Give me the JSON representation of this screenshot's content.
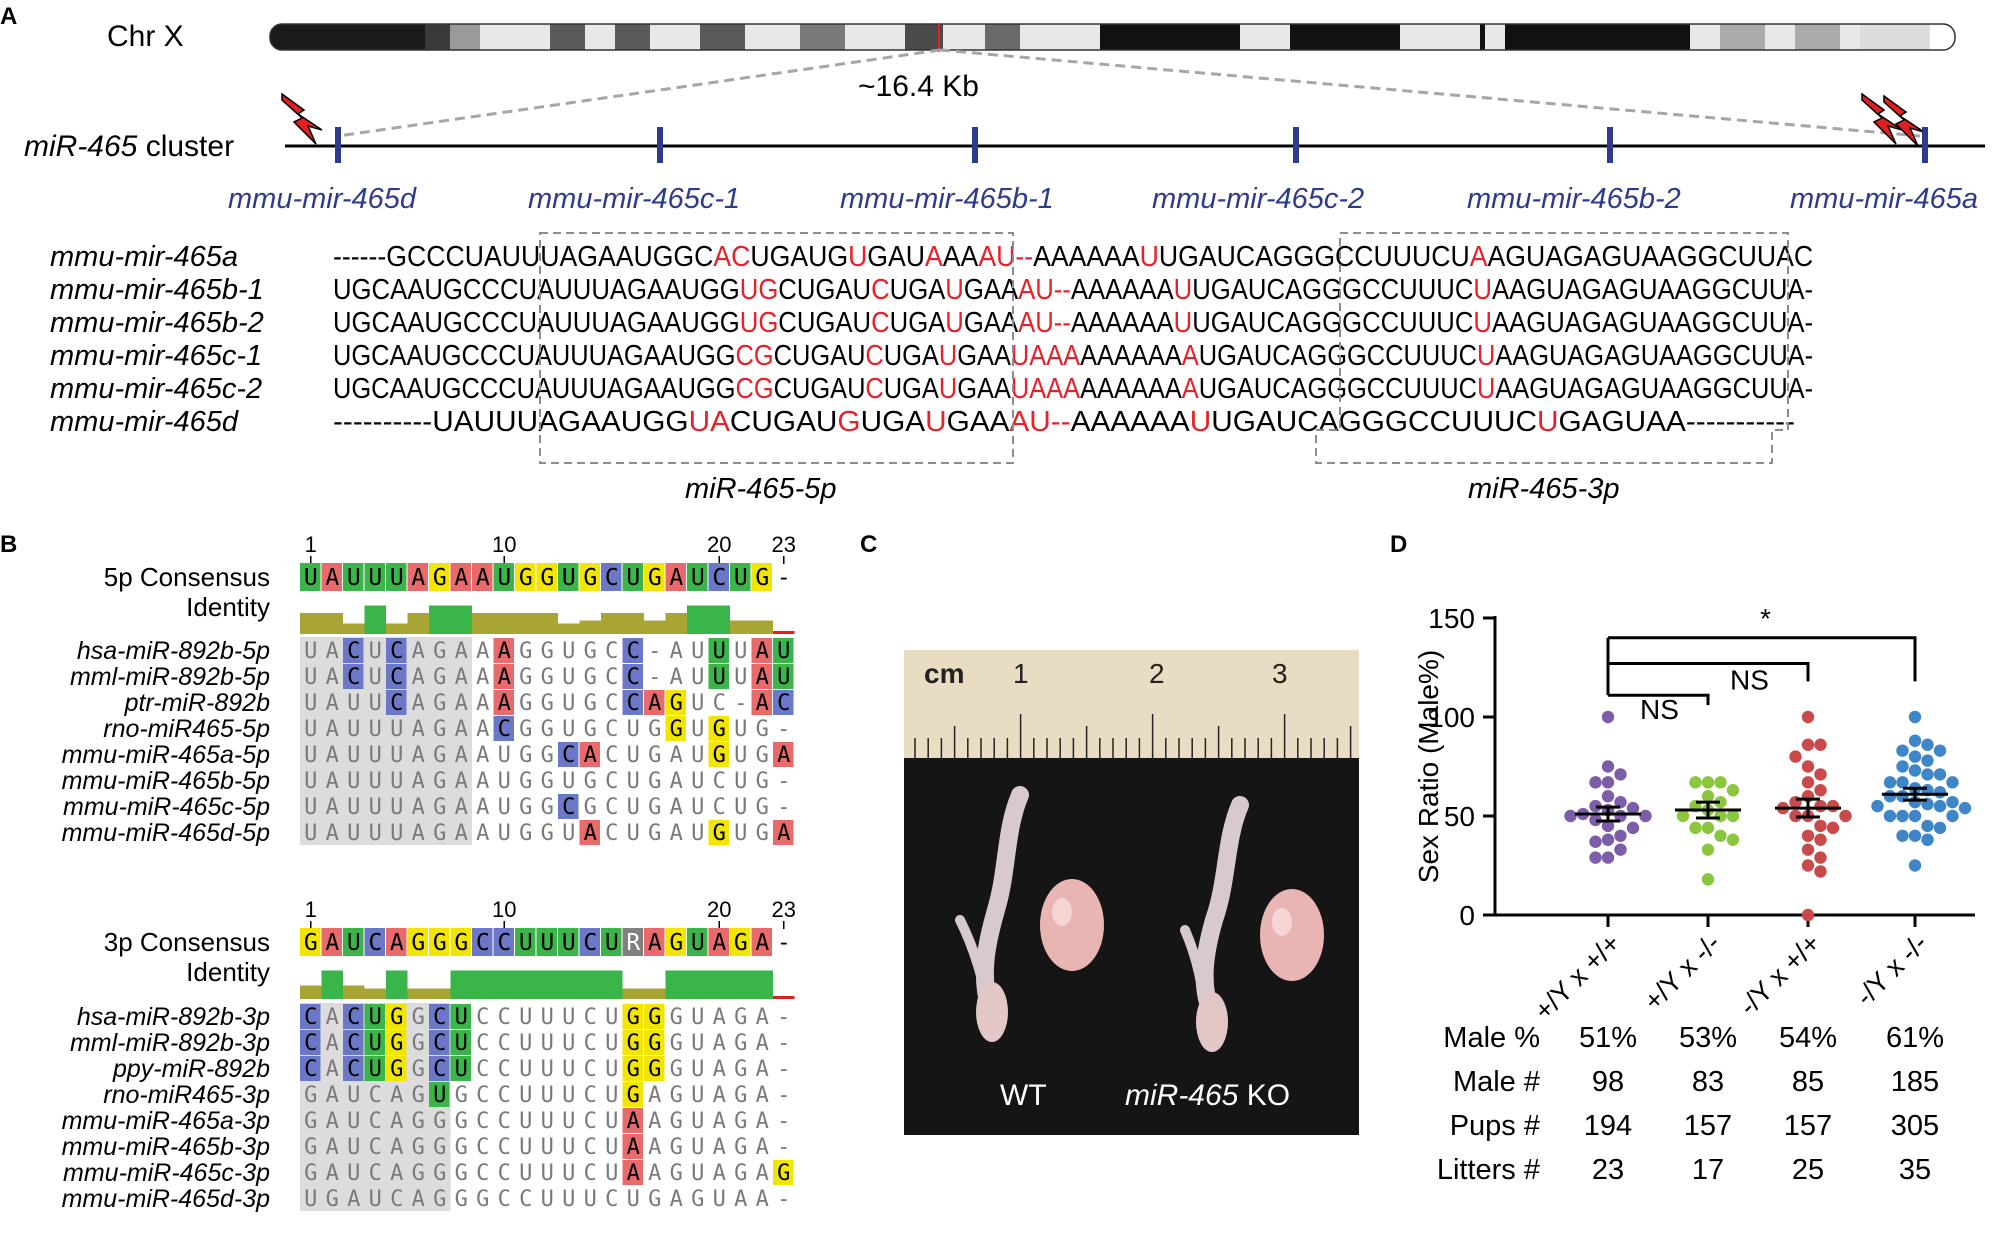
{
  "panels": {
    "a": "A",
    "b": "B",
    "c": "C",
    "d": "D"
  },
  "colors": {
    "mir_blue": "#2e3a8c",
    "mismatch_red": "#e8202a",
    "lightning": "#e02020",
    "res_green": "#3bb54a",
    "res_yellow": "#f2e500",
    "res_blue": "#6b78c8",
    "res_red": "#e86a6a",
    "res_gray": "#dcdcdc",
    "res_white": "#a6a6a6",
    "identity_green": "#3ab54a",
    "identity_olive": "#a9a534"
  },
  "panel_a": {
    "chromosome_label": "Chr X",
    "zoom_label": "~16.4 Kb",
    "cluster_label_italic": "miR-465",
    "cluster_label_rest": " cluster",
    "mirnas": [
      "mmu-mir-465d",
      "mmu-mir-465c-1",
      "mmu-mir-465b-1",
      "mmu-mir-465c-2",
      "mmu-mir-465b-2",
      "mmu-mir-465a"
    ],
    "alignment": [
      {
        "name": "mmu-mir-465a",
        "seq": "------GCCCUAUUUAGAAUGGCACUGAUGUGAUAAAAU--AAAAAAUUGAUCAGGGCCUUUCUAAGUAGAGUAAGGCUUAC",
        "red": [
          23,
          24,
          30,
          34,
          37,
          38,
          39,
          40,
          47,
          64
        ]
      },
      {
        "name": "mmu-mir-465b-1",
        "seq": "UGCAAUGCCCUAUUUAGAAUGGUGCUGAUCUGAUGAAAU--AAAAAAUUGAUCAGGGCCUUUCUAAGUAGAGUAAGGCUUA-",
        "red": [
          22,
          23,
          29,
          33,
          37,
          38,
          39,
          40,
          47,
          63
        ]
      },
      {
        "name": "mmu-mir-465b-2",
        "seq": "UGCAAUGCCCUAUUUAGAAUGGUGCUGAUCUGAUGAAAU--AAAAAAUUGAUCAGGGCCUUUCUAAGUAGAGUAAGGCUUA-",
        "red": [
          22,
          23,
          29,
          33,
          37,
          38,
          39,
          40,
          47,
          63
        ]
      },
      {
        "name": "mmu-mir-465c-1",
        "seq": "UGCAAUGCCCUAUUUAGAAUGGCGCUGAUCUGAUGAAUAAAAAAAAAAUGAUCAGGGCCUUUCUAAGUAGAGUAAGGCUUA-",
        "red": [
          22,
          23,
          29,
          33,
          37,
          38,
          39,
          40,
          47,
          63
        ]
      },
      {
        "name": "mmu-mir-465c-2",
        "seq": "UGCAAUGCCCUAUUUAGAAUGGCGCUGAUCUGAUGAAUAAAAAAAAAAUGAUCAGGGCCUUUCUAAGUAGAGUAAGGCUUA-",
        "red": [
          22,
          23,
          29,
          33,
          37,
          38,
          39,
          40,
          47,
          63
        ]
      },
      {
        "name": "mmu-mir-465d",
        "seq": "----------UAUUUAGAAUGGUACUGAUGUGAUGAAAU--AAAAAAUUGAUCAGGGCCUUUCUGAGUAA-----------",
        "red": [
          22,
          23,
          29,
          33,
          37,
          38,
          39,
          40,
          47,
          63
        ]
      }
    ],
    "label_5p": "miR-465-5p",
    "label_3p": "miR-465-3p"
  },
  "panel_b": {
    "ticks_5p": [
      "1",
      "10",
      "20",
      "23"
    ],
    "ticks_3p": [
      "1",
      "10",
      "20",
      "23"
    ],
    "consensus_5p_label": "5p Consensus",
    "consensus_3p_label": "3p Consensus",
    "identity_label": "Identity",
    "consensus_5p": "UAUUUAGAAUGGUGCUGAUCUG-",
    "consensus_3p": "GAUCAGGGCCUUUCURAGUAGA-",
    "identity_5p": [
      0.7,
      0.7,
      0.35,
      0.95,
      0.35,
      0.7,
      0.95,
      0.95,
      0.7,
      0.7,
      0.7,
      0.7,
      0.35,
      0.45,
      0.7,
      0.7,
      0.45,
      0.7,
      0.95,
      0.95,
      0.45,
      0.45,
      0.1
    ],
    "identity_3p": [
      0.45,
      0.95,
      0.45,
      0.35,
      0.95,
      0.35,
      0.35,
      0.95,
      0.95,
      0.95,
      0.95,
      0.95,
      0.95,
      0.95,
      0.95,
      0.35,
      0.35,
      0.95,
      0.95,
      0.95,
      0.95,
      0.95,
      0.1
    ],
    "rows_5p": [
      {
        "name": "hsa-miR-892b-5p",
        "seq": "UACUCAGAAAGGUGCC-AUUUAU"
      },
      {
        "name": "mml-miR-892b-5p",
        "seq": "UACUCAGAAAGGUGCC-AUUUAU"
      },
      {
        "name": "ptr-miR-892b",
        "seq": "UAUUCAGAAAGGUGCCAGUC-AC"
      },
      {
        "name": "rno-miR465-5p",
        "seq": "UAUUUAGAACGGUGCUGGUGUG-"
      },
      {
        "name": "mmu-miR-465a-5p",
        "seq": "UAUUUAGAAUGGCACUGAUGUGA"
      },
      {
        "name": "mmu-miR-465b-5p",
        "seq": "UAUUUAGAAUGGUGCUGAUCUG-"
      },
      {
        "name": "mmu-miR-465c-5p",
        "seq": "UAUUUAGAAUGGCGCUGAUCUG-"
      },
      {
        "name": "mmu-miR-465d-5p",
        "seq": "UAUUUAGAAUGGUACUGAUGUGA"
      }
    ],
    "rows_3p": [
      {
        "name": "hsa-miR-892b-3p",
        "seq": "CACUGGCUCCUUUCUGGGUAGA-"
      },
      {
        "name": "mml-miR-892b-3p",
        "seq": "CACUGGCUCCUUUCUGGGUAGA-"
      },
      {
        "name": "ppy-miR-892b",
        "seq": "CACUGGCUCCUUUCUGGGUAGA-"
      },
      {
        "name": "rno-miR465-3p",
        "seq": "GAUCAGUGCCUUUCUGAGUAGA-"
      },
      {
        "name": "mmu-miR-465a-3p",
        "seq": "GAUCAGGGCCUUUCUAAGUAGA-"
      },
      {
        "name": "mmu-miR-465b-3p",
        "seq": "GAUCAGGGCCUUUCUAAGUAGA-"
      },
      {
        "name": "mmu-miR-465c-3p",
        "seq": "GAUCAGGGCCUUUCUAAGUAGAG"
      },
      {
        "name": "mmu-miR-465d-3p",
        "seq": "UGAUCAGGGCCUUUCUGAGUAA-"
      }
    ]
  },
  "panel_c": {
    "ruler_unit": "cm",
    "ruler_numbers": [
      "1",
      "2",
      "3"
    ],
    "wt_label": "WT",
    "ko_label_italic": "miR-465",
    "ko_label_rest": " KO"
  },
  "panel_d": {
    "table_rows": [
      {
        "label": "Male %",
        "values": [
          "51%",
          "53%",
          "54%",
          "61%"
        ]
      },
      {
        "label": "Male #",
        "values": [
          "98",
          "83",
          "85",
          "185"
        ]
      },
      {
        "label": "Pups #",
        "values": [
          "194",
          "157",
          "157",
          "305"
        ]
      },
      {
        "label": "Litters #",
        "values": [
          "23",
          "17",
          "25",
          "35"
        ]
      }
    ],
    "significance": [
      "NS",
      "NS",
      "*"
    ]
  },
  "chart_data": {
    "type": "scatter",
    "title": "",
    "xlabel": "",
    "ylabel": "Sex Ratio (Male%)",
    "ylim": [
      0,
      150
    ],
    "yticks": [
      0,
      50,
      100,
      150
    ],
    "grid": false,
    "categories": [
      "+/Y x +/+",
      "+/Y x -/-",
      "-/Y x +/+",
      "-/Y x -/-"
    ],
    "series": [
      {
        "color": "#7b5ea7",
        "mean": 51,
        "sem": 3.5,
        "values": [
          100,
          75,
          71,
          67,
          67,
          60,
          57,
          55,
          54,
          53,
          51,
          50,
          50,
          50,
          48,
          45,
          44,
          40,
          38,
          37,
          33,
          29,
          29
        ]
      },
      {
        "color": "#8cc63f",
        "mean": 53,
        "sem": 4,
        "values": [
          67,
          67,
          67,
          63,
          60,
          57,
          55,
          53,
          50,
          50,
          50,
          44,
          44,
          40,
          38,
          33,
          18
        ]
      },
      {
        "color": "#c94a4b",
        "mean": 54,
        "sem": 4.5,
        "values": [
          100,
          86,
          86,
          80,
          75,
          71,
          67,
          63,
          60,
          57,
          55,
          55,
          54,
          50,
          50,
          50,
          45,
          44,
          40,
          38,
          33,
          29,
          25,
          22,
          0
        ]
      },
      {
        "color": "#3f86c8",
        "mean": 61,
        "sem": 3,
        "values": [
          100,
          88,
          86,
          83,
          83,
          80,
          78,
          75,
          73,
          71,
          71,
          67,
          67,
          67,
          64,
          63,
          62,
          60,
          60,
          57,
          57,
          56,
          55,
          55,
          54,
          50,
          50,
          50,
          50,
          45,
          44,
          40,
          40,
          38,
          25
        ]
      }
    ]
  }
}
